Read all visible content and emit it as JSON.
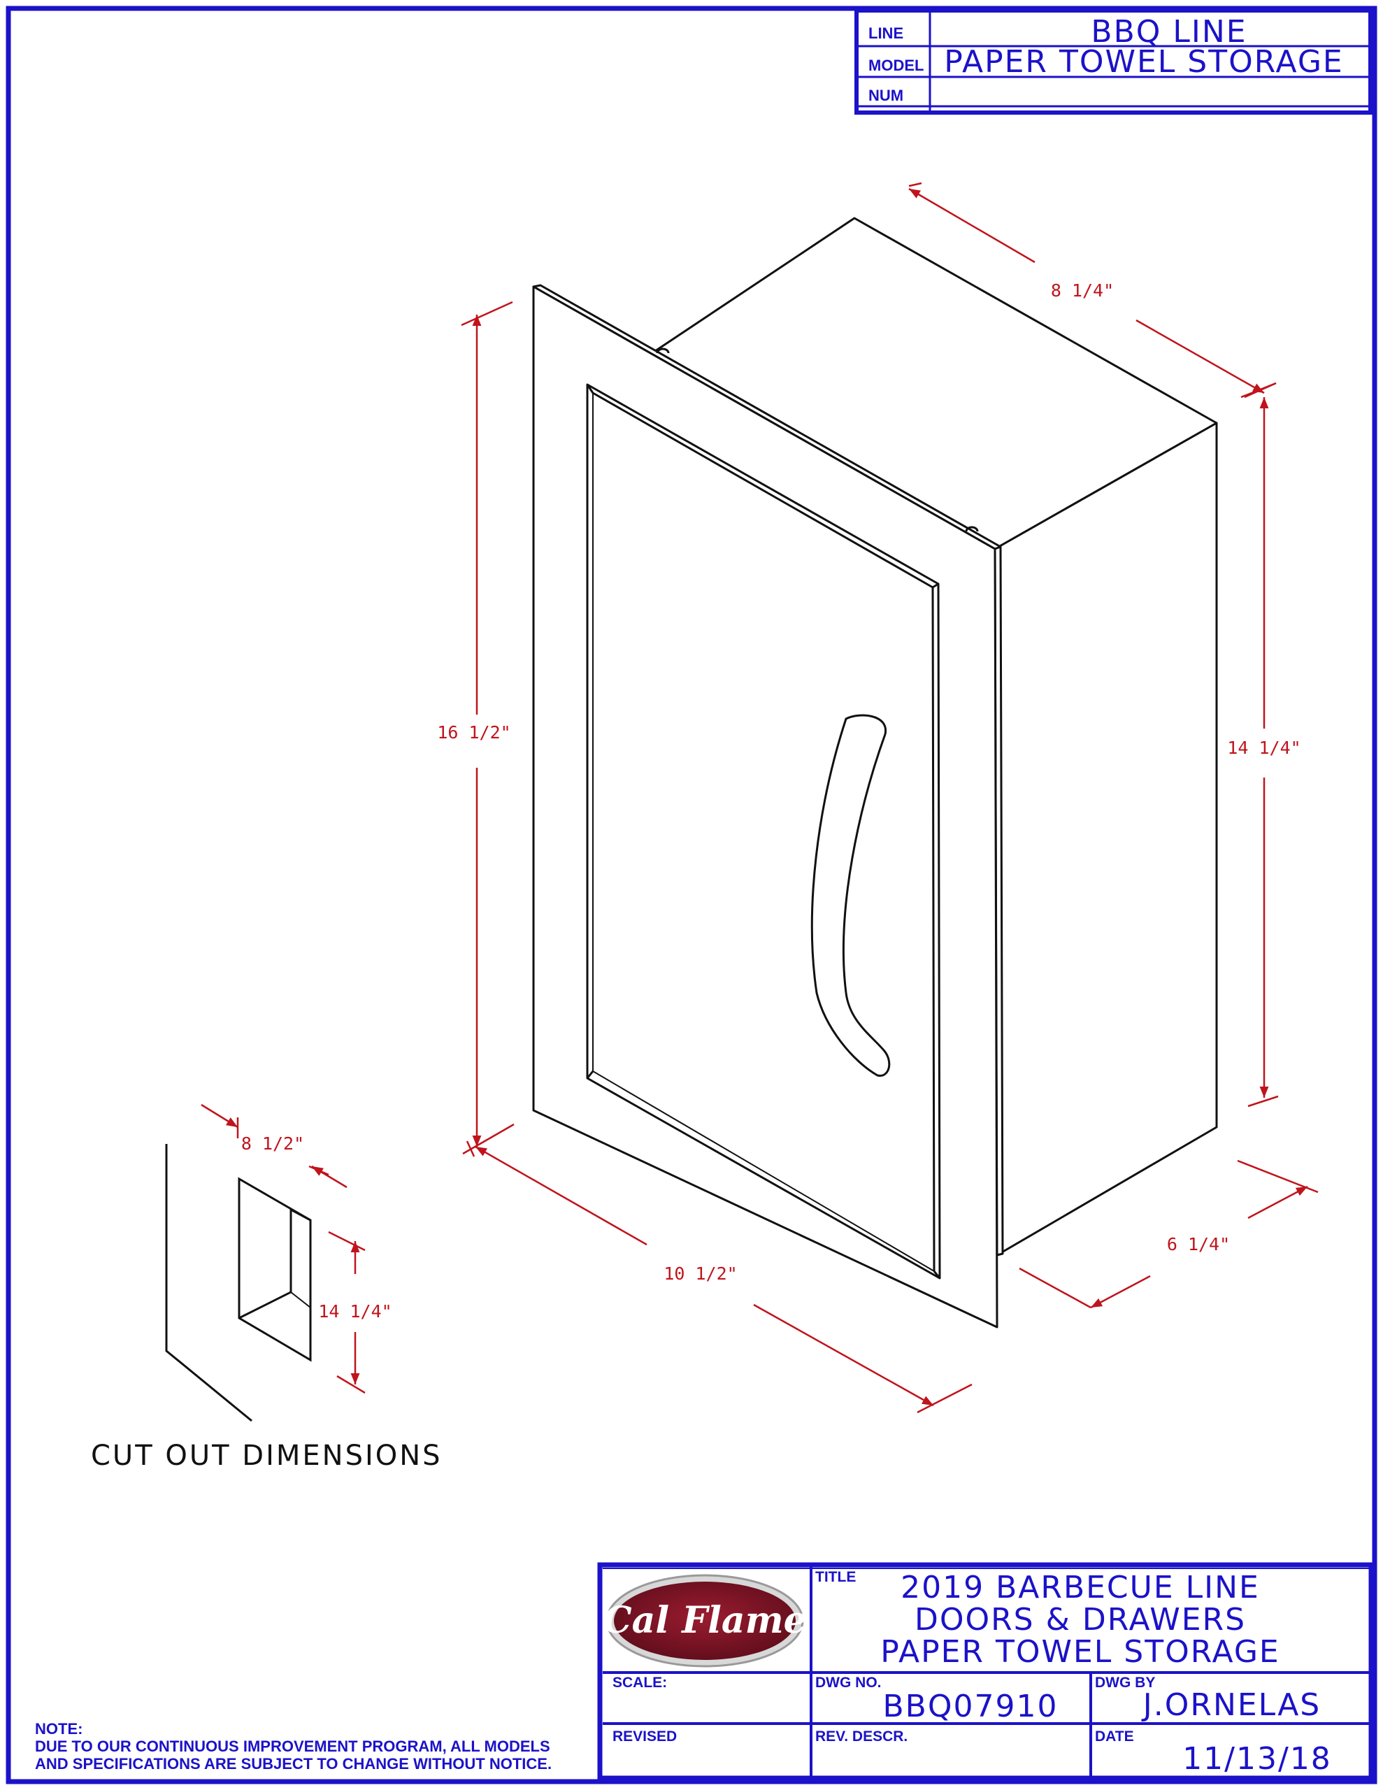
{
  "title_block_top": {
    "line_label": "LINE",
    "line_value": "BBQ LINE",
    "model_label": "MODEL",
    "model_value": "PAPER TOWEL STORAGE",
    "num_label": "NUM",
    "num_value": ""
  },
  "dimensions": {
    "top_width": "8 1/4\"",
    "front_height": "16 1/2\"",
    "side_height": "14 1/4\"",
    "front_width": "10 1/2\"",
    "depth": "6 1/4\"",
    "cutout_width": "8 1/2\"",
    "cutout_height": "14 1/4\""
  },
  "cutout_caption": "CUT OUT DIMENSIONS",
  "note": {
    "label": "NOTE:",
    "line1": "DUE TO OUR CONTINUOUS IMPROVEMENT PROGRAM, ALL MODELS",
    "line2": "AND SPECIFICATIONS ARE SUBJECT TO CHANGE WITHOUT NOTICE."
  },
  "title_block_bottom": {
    "logo_text": "Cal Flame",
    "title_label": "TITLE",
    "title_line1": "2019 BARBECUE LINE",
    "title_line2": "DOORS & DRAWERS",
    "title_line3": "PAPER TOWEL STORAGE",
    "scale_label": "SCALE:",
    "dwg_no_label": "DWG NO.",
    "dwg_no_value": "BBQ07910",
    "dwg_by_label": "DWG BY",
    "dwg_by_value": "J.ORNELAS",
    "revised_label": "REVISED",
    "rev_descr_label": "REV. DESCR.",
    "date_label": "DATE",
    "date_value": "11/13/18"
  },
  "colors": {
    "border": "#1b12c9",
    "dimension": "#c0141c",
    "linework": "#111111",
    "logo": "#7a1424"
  }
}
